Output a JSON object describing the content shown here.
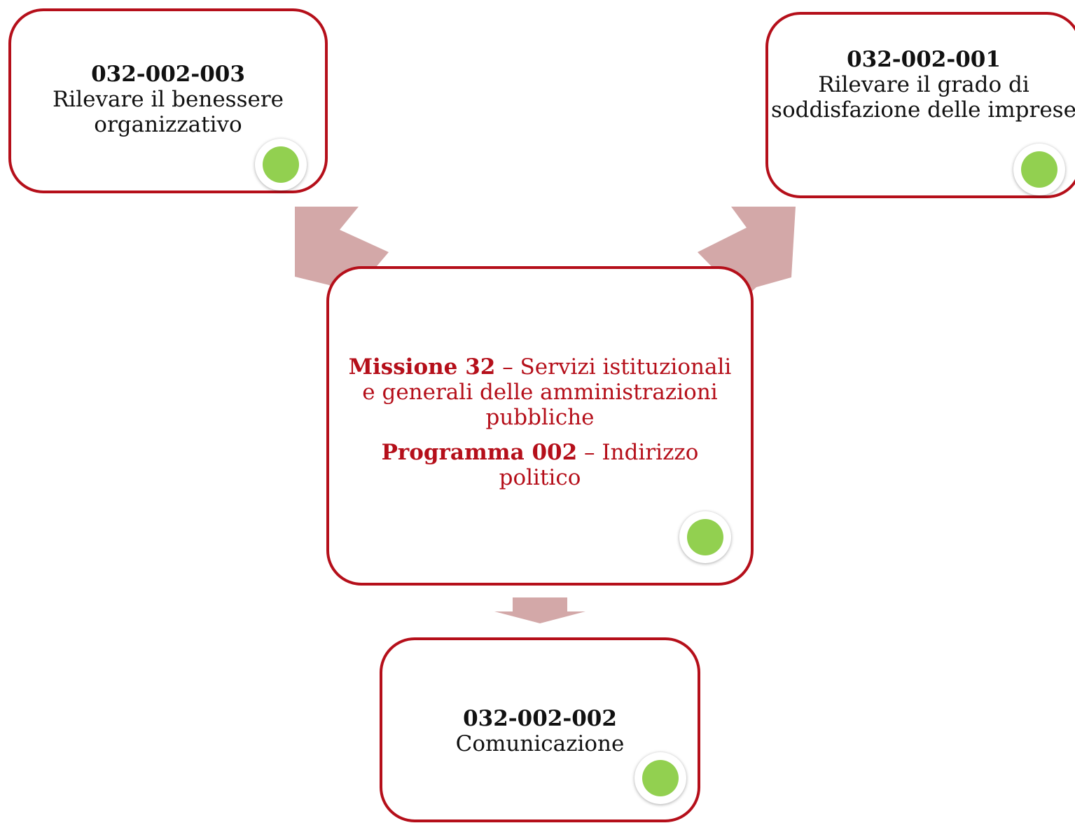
{
  "colors": {
    "border": "#b50f1a",
    "arrow": "#d3a8a8",
    "status_dot": "#92d050",
    "emphasis_text": "#b50f1a"
  },
  "center": {
    "mission_label": "Missione 32",
    "mission_text": " – Servizi istituzionali e generali delle amministrazioni pubbliche",
    "program_label": "Programma 002",
    "program_text": " – Indirizzo politico"
  },
  "objectives": {
    "left": {
      "code": "032-002-003",
      "text": "Rilevare il benessere organizzativo"
    },
    "right": {
      "code": "032-002-001",
      "text": "Rilevare il grado di soddisfazione delle imprese"
    },
    "bottom": {
      "code": "032-002-002",
      "text": "Comunicazione"
    }
  },
  "status_icons": {
    "left": "green-status-dot",
    "right": "green-status-dot",
    "center": "green-status-dot",
    "bottom": "green-status-dot"
  }
}
